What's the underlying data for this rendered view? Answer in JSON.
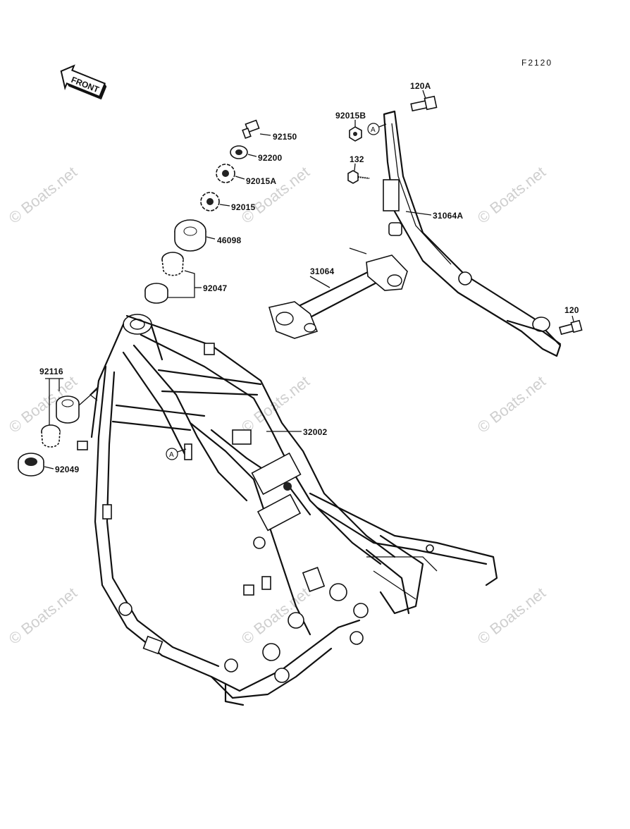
{
  "diagram": {
    "code": "F2120",
    "front_label": "FRONT",
    "reference_marker": "A",
    "watermark": "© Boats.net",
    "parts": {
      "p92150": "92150",
      "p92200": "92200",
      "p92015A": "92015A",
      "p92015": "92015",
      "p46098": "46098",
      "p92047": "92047",
      "p92116": "92116",
      "p92049": "92049",
      "p32002": "32002",
      "p31064": "31064",
      "p31064A": "31064A",
      "p120A": "120A",
      "p92015B": "92015B",
      "p132": "132",
      "p120": "120"
    }
  }
}
